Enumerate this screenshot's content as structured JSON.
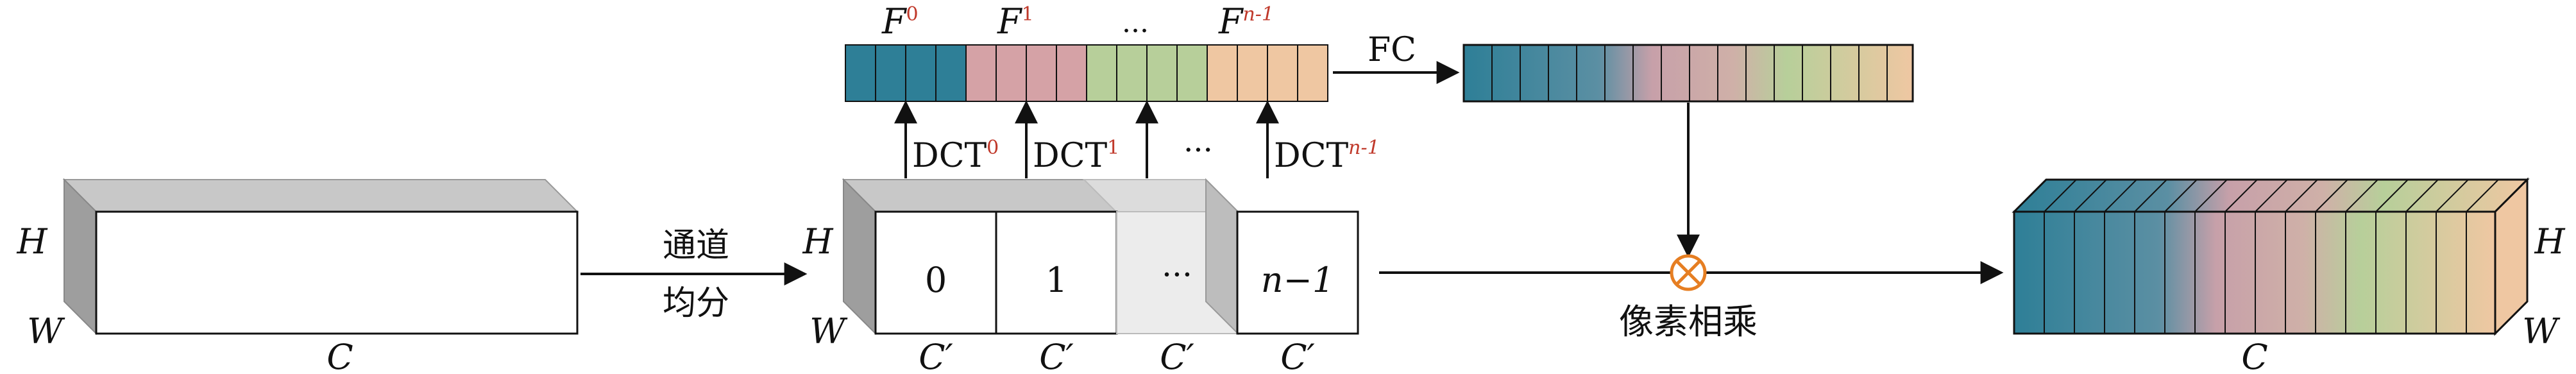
{
  "labels": {
    "H": "H",
    "W": "W",
    "C": "C",
    "C_prime": "C′",
    "split_line1": "通道",
    "split_line2": "均分",
    "fc": "FC",
    "multiply": "像素相乘",
    "dct": "DCT",
    "ellipsis": "···",
    "ellipsis2": "...",
    "F": "F",
    "sup": [
      "0",
      "1",
      "n-1"
    ],
    "group_labels": [
      "0",
      "1",
      "···",
      "n−1"
    ]
  },
  "colors": {
    "teal": "#2e7f97",
    "pink": "#d5a2a6",
    "green": "#b7cf9a",
    "peach": "#efc7a2",
    "gray_face": "#bdbdbd",
    "light_gray": "#ececec",
    "multiply_symbol": "#e67e22",
    "superscript": "#c0392b"
  }
}
